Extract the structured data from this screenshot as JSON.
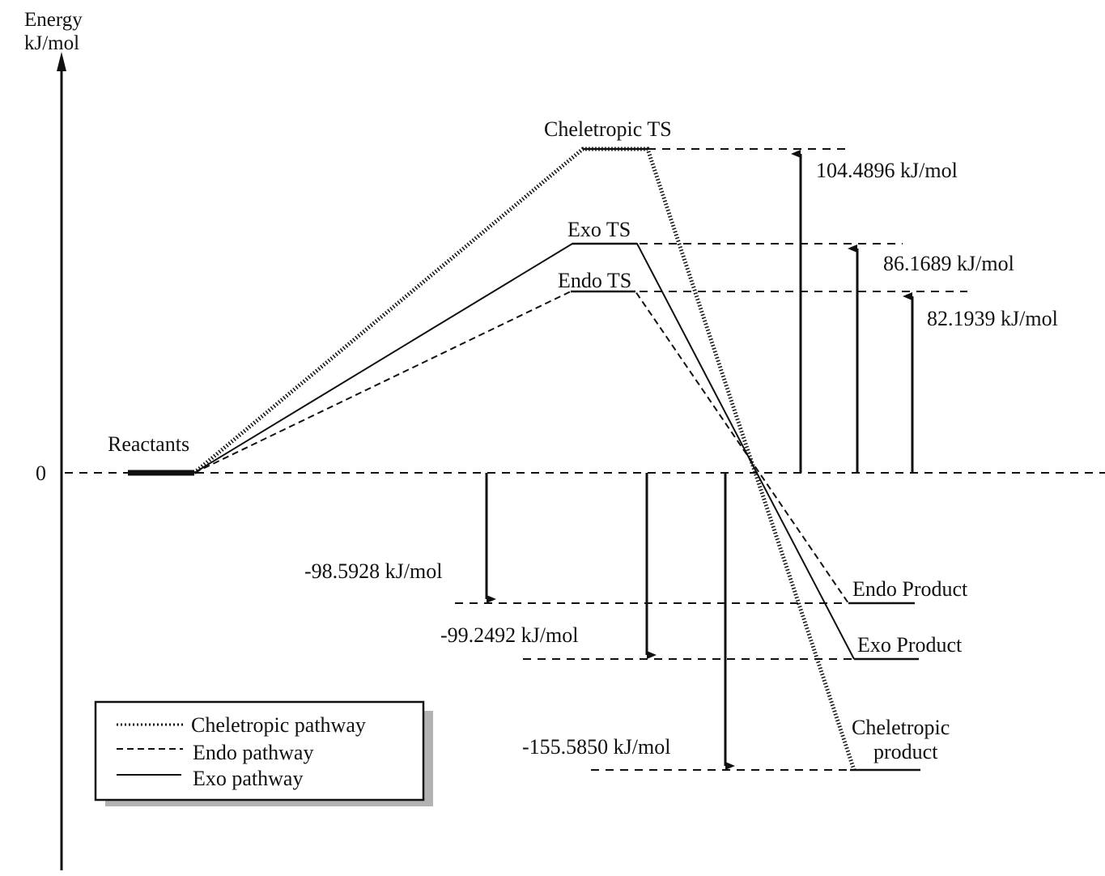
{
  "axis": {
    "y_label_line1": "Energy",
    "y_label_line2": "kJ/mol",
    "zero_label": "0"
  },
  "chart_data": {
    "type": "energy-level-diagram",
    "title": "",
    "ylabel": "Energy kJ/mol",
    "reference": {
      "name": "Reactants",
      "energy": 0
    },
    "states": [
      {
        "key": "reactants",
        "label": "Reactants",
        "energy": 0
      },
      {
        "key": "chel_ts",
        "label": "Cheletropic TS",
        "energy": 104.4896
      },
      {
        "key": "exo_ts",
        "label": "Exo TS",
        "energy": 86.1689
      },
      {
        "key": "endo_ts",
        "label": "Endo TS",
        "energy": 82.1939
      },
      {
        "key": "endo_prod",
        "label": "Endo Product",
        "energy": -98.5928
      },
      {
        "key": "exo_prod",
        "label": "Exo Product",
        "energy": -99.2492
      },
      {
        "key": "chel_prod",
        "label": "Cheletropic product",
        "label_line1": "Cheletropic",
        "label_line2": "product",
        "energy": -155.585
      }
    ],
    "pathways": [
      {
        "name": "Cheletropic pathway",
        "style": "dotted",
        "path": [
          "reactants",
          "chel_ts",
          "chel_prod"
        ]
      },
      {
        "name": "Endo pathway",
        "style": "dashed",
        "path": [
          "reactants",
          "endo_ts",
          "endo_prod"
        ]
      },
      {
        "name": "Exo pathway",
        "style": "solid",
        "path": [
          "reactants",
          "exo_ts",
          "exo_prod"
        ]
      }
    ],
    "annotations": [
      {
        "target": "chel_ts",
        "text": "104.4896 kJ/mol"
      },
      {
        "target": "exo_ts",
        "text": "86.1689 kJ/mol"
      },
      {
        "target": "endo_ts",
        "text": "82.1939 kJ/mol"
      },
      {
        "target": "endo_prod",
        "text": "-98.5928 kJ/mol"
      },
      {
        "target": "exo_prod",
        "text": "-99.2492 kJ/mol"
      },
      {
        "target": "chel_prod",
        "text": "-155.5850 kJ/mol"
      }
    ],
    "legend": {
      "placement": "bottom-left",
      "entries": [
        {
          "label": "Cheletropic pathway",
          "style": "dotted"
        },
        {
          "label": "Endo pathway",
          "style": "dashed"
        },
        {
          "label": "Exo pathway",
          "style": "solid"
        }
      ]
    }
  },
  "colors": {
    "line": "#111111",
    "legend_shadow": "#b3b3b3",
    "background": "#ffffff"
  }
}
